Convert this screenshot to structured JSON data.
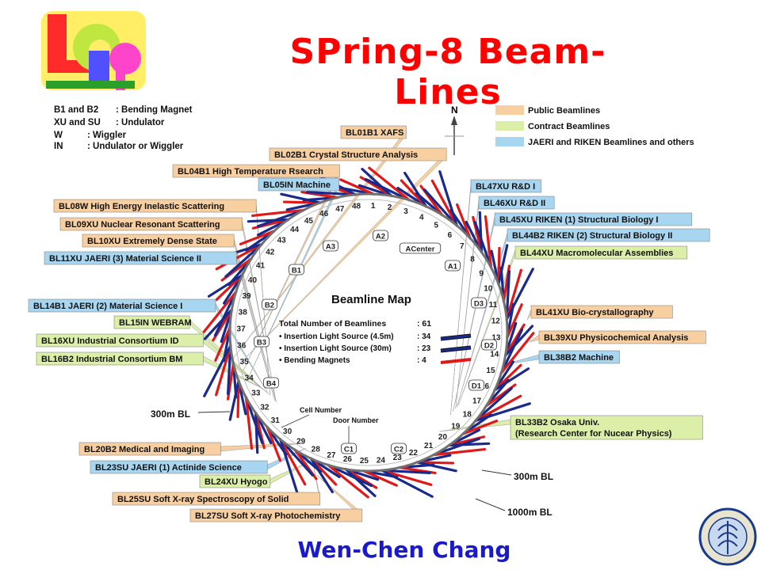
{
  "slide": {
    "title": "SPring-8 Beam-Lines",
    "author": "Wen-Chen Chang"
  },
  "map": {
    "heading": "Beamline Map",
    "north": "N",
    "colors": {
      "public": "#f7cfa0",
      "contract": "#dcefa8",
      "jaeri_riken": "#a8d6f0",
      "red_beam": "#e01818",
      "blue_beam": "#1a2a8a",
      "ring": "#707070"
    },
    "magnet_legend": [
      {
        "code": "B1 and B2",
        "desc": ": Bending Magnet"
      },
      {
        "code": "XU and SU",
        "desc": ": Undulator"
      },
      {
        "code": "W",
        "desc": ": Wiggler"
      },
      {
        "code": "IN",
        "desc": ": Undulator or Wiggler"
      }
    ],
    "type_legend": [
      {
        "label": "Public Beamlines",
        "kind": "public"
      },
      {
        "label": "Contract Beamlines",
        "kind": "contract"
      },
      {
        "label": "JAERI and RIKEN Beamlines and others",
        "kind": "jaeri_riken"
      }
    ],
    "totals": {
      "label": "Total Number of Beamlines",
      "value": ": 61",
      "items": [
        {
          "label": "• Insertion Light Source (4.5m)",
          "value": ": 34"
        },
        {
          "label": "• Insertion Light Source (30m)",
          "value": ": 23"
        },
        {
          "label": "• Bending Magnets",
          "value": ": 4"
        }
      ]
    },
    "annotations": {
      "cell_number": "Cell Number",
      "door_number": "Door Number",
      "bl300_left": "300m BL",
      "bl300_right": "300m BL",
      "bl1000": "1000m BL"
    },
    "doors": [
      "A1",
      "A2",
      "A3",
      "ACenter",
      "B1",
      "B2",
      "B3",
      "B4",
      "C1",
      "C2",
      "D1",
      "D2",
      "D3"
    ],
    "cells": [
      "1",
      "2",
      "3",
      "4",
      "5",
      "6",
      "7",
      "8",
      "9",
      "10",
      "11",
      "12",
      "13",
      "14",
      "15",
      "16",
      "17",
      "18",
      "19",
      "20",
      "21",
      "22",
      "23",
      "24",
      "25",
      "26",
      "27",
      "28",
      "29",
      "30",
      "31",
      "32",
      "33",
      "34",
      "35",
      "36",
      "37",
      "38",
      "39",
      "40",
      "41",
      "42",
      "43",
      "44",
      "45",
      "46",
      "47",
      "48"
    ],
    "beamlines": [
      {
        "label": "BL01B1 XAFS",
        "kind": "public"
      },
      {
        "label": "BL02B1 Crystal Structure Analysis",
        "kind": "public"
      },
      {
        "label": "BL04B1 High Temperature Rsearch",
        "kind": "public"
      },
      {
        "label": "BL05IN Machine",
        "kind": "jaeri_riken"
      },
      {
        "label": "BL08W High Energy Inelastic Scattering",
        "kind": "public"
      },
      {
        "label": "BL09XU Nuclear Resonant Scattering",
        "kind": "public"
      },
      {
        "label": "BL10XU Extremely Dense State",
        "kind": "public"
      },
      {
        "label": "BL11XU JAERI (3) Material Science II",
        "kind": "jaeri_riken"
      },
      {
        "label": "BL14B1 JAERI (2) Material Science I",
        "kind": "jaeri_riken"
      },
      {
        "label": "BL15IN WEBRAM",
        "kind": "contract"
      },
      {
        "label": "BL16XU Industrial Consortium ID",
        "kind": "contract"
      },
      {
        "label": "BL16B2 Industrial Consortium BM",
        "kind": "contract"
      },
      {
        "label": "BL20B2 Medical and Imaging",
        "kind": "public"
      },
      {
        "label": "BL23SU JAERI (1) Actinide Science",
        "kind": "jaeri_riken"
      },
      {
        "label": "BL24XU Hyogo",
        "kind": "contract"
      },
      {
        "label": "BL25SU Soft X-ray Spectroscopy of Solid",
        "kind": "public"
      },
      {
        "label": "BL27SU Soft X-ray Photochemistry",
        "kind": "public"
      },
      {
        "label": "BL47XU R&D I",
        "kind": "jaeri_riken"
      },
      {
        "label": "BL46XU R&D II",
        "kind": "jaeri_riken"
      },
      {
        "label": "BL45XU RIKEN (1) Structural Biology I",
        "kind": "jaeri_riken"
      },
      {
        "label": "BL44B2 RIKEN (2) Structural Biology II",
        "kind": "jaeri_riken"
      },
      {
        "label": "BL44XU Macromolecular Assemblies",
        "kind": "contract"
      },
      {
        "label": "BL41XU Bio-crystallography",
        "kind": "public"
      },
      {
        "label": "BL39XU Physicochemical Analysis",
        "kind": "public"
      },
      {
        "label": "BL38B2 Machine",
        "kind": "jaeri_riken"
      },
      {
        "label": "BL33B2 Osaka Univ.",
        "label2": "(Research Center for Nucear Physics)",
        "kind": "contract"
      }
    ]
  }
}
